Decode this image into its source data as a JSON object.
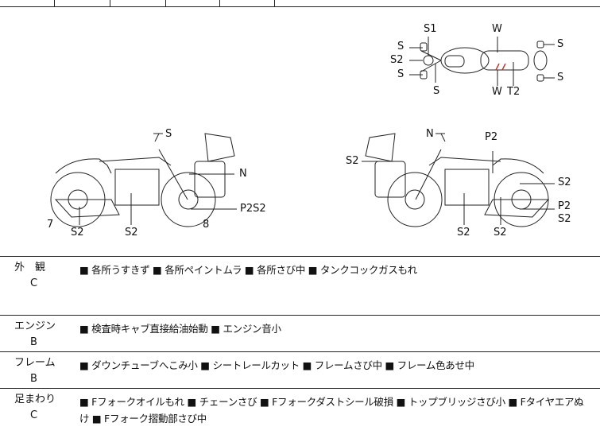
{
  "figure": {
    "top_view": {
      "labels": [
        "S1",
        "W",
        "S",
        "S2",
        "S",
        "S",
        "S",
        "W",
        "T2",
        "S"
      ]
    },
    "left_side": {
      "labels": [
        "S",
        "N",
        "P2S2",
        "7",
        "S2",
        "S2",
        "8"
      ]
    },
    "right_side": {
      "labels": [
        "N",
        "P2",
        "S2",
        "S2",
        "P2",
        "S2",
        "S2",
        "S2"
      ]
    }
  },
  "rows": [
    {
      "category": "外　観",
      "grade": "C",
      "text": "■ 各所うすきず ■ 各所ペイントムラ ■ 各所さび中 ■ タンクコックガスもれ"
    },
    {
      "category": "エンジン",
      "grade": "B",
      "text": "■ 検査時キャブ直接給油始動 ■ エンジン音小"
    },
    {
      "category": "フレーム",
      "grade": "B",
      "text": "■ ダウンチューブへこみ小 ■ シートレールカット ■ フレームさび中 ■ フレーム色あせ中"
    },
    {
      "category": "足まわり",
      "grade": "C",
      "text": "■ Fフォークオイルもれ ■ チェーンさび ■ Fフォークダストシール破損 ■ トップブリッジさび小 ■ Fタイヤエアぬけ ■ Fフォーク摺動部さび中"
    }
  ],
  "colors": {
    "line": "#222222",
    "accent_mark": "#c0392b"
  }
}
